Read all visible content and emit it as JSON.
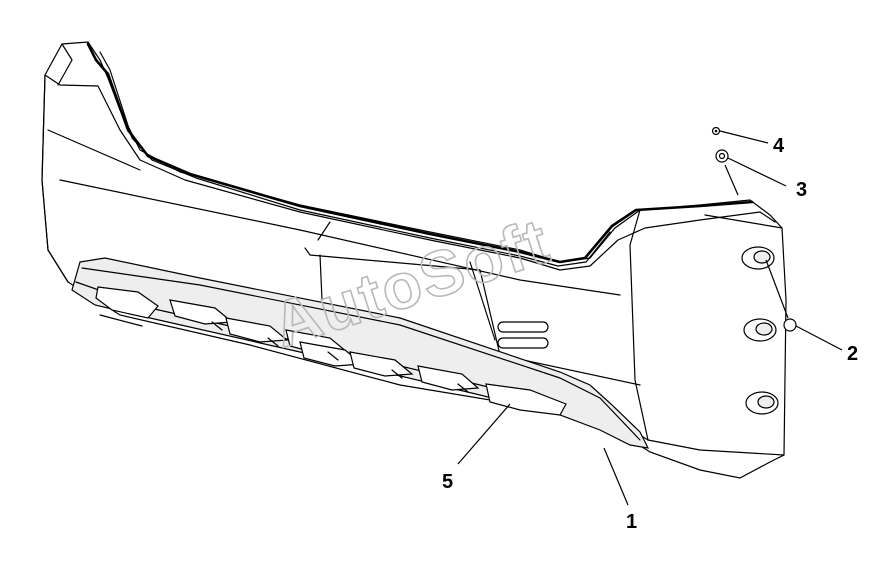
{
  "diagram": {
    "watermark": "AutoSoft",
    "callouts": [
      {
        "id": "1",
        "label": "1"
      },
      {
        "id": "2",
        "label": "2"
      },
      {
        "id": "3",
        "label": "3"
      },
      {
        "id": "4",
        "label": "4"
      },
      {
        "id": "5",
        "label": "5"
      }
    ]
  }
}
